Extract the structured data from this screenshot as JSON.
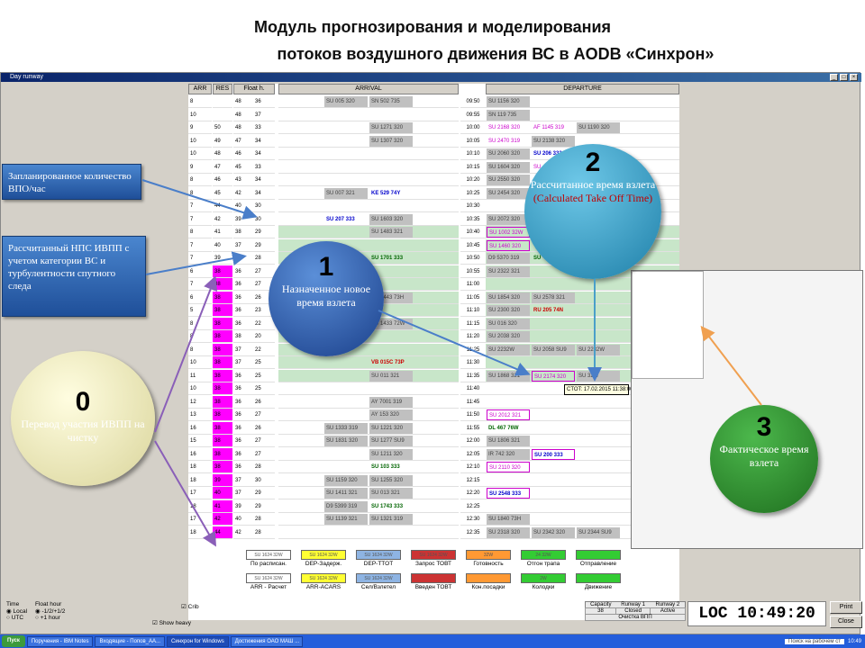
{
  "slide": {
    "title_line1": "Модуль прогнозирования и моделирования",
    "title_line2": "потоков воздушного движения ВС в AODB «Синхрон»"
  },
  "window": {
    "title": "Day runway",
    "controls": [
      "_",
      "□",
      "×"
    ]
  },
  "columns": {
    "arr": "ARR",
    "res": "RES",
    "float": "Float h.",
    "arrival": "ARRIVAL",
    "departure": "DEPARTURE"
  },
  "rows": [
    {
      "arr": "8",
      "res": "",
      "f1": "48",
      "f2": "36",
      "time": "09:50"
    },
    {
      "arr": "10",
      "res": "",
      "f1": "48",
      "f2": "37",
      "time": "09:55"
    },
    {
      "arr": "9",
      "res": "50",
      "f1": "48",
      "f2": "33",
      "time": "10:00"
    },
    {
      "arr": "10",
      "res": "49",
      "f1": "47",
      "f2": "34",
      "time": "10:05"
    },
    {
      "arr": "10",
      "res": "48",
      "f1": "46",
      "f2": "34",
      "time": "10:10"
    },
    {
      "arr": "9",
      "res": "47",
      "f1": "45",
      "f2": "33",
      "time": "10:15"
    },
    {
      "arr": "8",
      "res": "46",
      "f1": "43",
      "f2": "34",
      "time": "10:20"
    },
    {
      "arr": "8",
      "res": "45",
      "f1": "42",
      "f2": "34",
      "time": "10:25"
    },
    {
      "arr": "7",
      "res": "44",
      "f1": "40",
      "f2": "30",
      "time": "10:30"
    },
    {
      "arr": "7",
      "res": "42",
      "f1": "39",
      "f2": "30",
      "time": "10:35"
    },
    {
      "arr": "8",
      "res": "41",
      "f1": "38",
      "f2": "29",
      "time": "10:40"
    },
    {
      "arr": "7",
      "res": "40",
      "f1": "37",
      "f2": "29",
      "time": "10:45"
    },
    {
      "arr": "7",
      "res": "39",
      "f1": "37",
      "f2": "28",
      "time": "10:50"
    },
    {
      "arr": "6",
      "res": "38",
      "f1": "36",
      "f2": "27",
      "time": "10:55"
    },
    {
      "arr": "7",
      "res": "38",
      "f1": "36",
      "f2": "27",
      "time": "11:00"
    },
    {
      "arr": "6",
      "res": "38",
      "f1": "36",
      "f2": "26",
      "time": "11:05"
    },
    {
      "arr": "5",
      "res": "38",
      "f1": "36",
      "f2": "23",
      "time": "11:10"
    },
    {
      "arr": "8",
      "res": "38",
      "f1": "36",
      "f2": "22",
      "time": "11:15"
    },
    {
      "arr": "8",
      "res": "38",
      "f1": "38",
      "f2": "20",
      "time": "11:20"
    },
    {
      "arr": "8",
      "res": "38",
      "f1": "37",
      "f2": "22",
      "time": "11:25"
    },
    {
      "arr": "10",
      "res": "38",
      "f1": "37",
      "f2": "25",
      "time": "11:30"
    },
    {
      "arr": "11",
      "res": "38",
      "f1": "36",
      "f2": "25",
      "time": "11:35"
    },
    {
      "arr": "10",
      "res": "38",
      "f1": "36",
      "f2": "25",
      "time": "11:40"
    },
    {
      "arr": "12",
      "res": "38",
      "f1": "36",
      "f2": "26",
      "time": "11:45"
    },
    {
      "arr": "13",
      "res": "38",
      "f1": "36",
      "f2": "27",
      "time": "11:50"
    },
    {
      "arr": "16",
      "res": "38",
      "f1": "36",
      "f2": "26",
      "time": "11:55"
    },
    {
      "arr": "15",
      "res": "38",
      "f1": "36",
      "f2": "27",
      "time": "12:00"
    },
    {
      "arr": "16",
      "res": "38",
      "f1": "36",
      "f2": "27",
      "time": "12:05"
    },
    {
      "arr": "18",
      "res": "38",
      "f1": "36",
      "f2": "28",
      "time": "12:10"
    },
    {
      "arr": "18",
      "res": "39",
      "f1": "37",
      "f2": "30",
      "time": "12:15"
    },
    {
      "arr": "17",
      "res": "40",
      "f1": "37",
      "f2": "29",
      "time": "12:20"
    },
    {
      "arr": "18",
      "res": "41",
      "f1": "39",
      "f2": "29",
      "time": "12:25"
    },
    {
      "arr": "17",
      "res": "42",
      "f1": "40",
      "f2": "28",
      "time": "12:30"
    },
    {
      "arr": "18",
      "res": "44",
      "f1": "42",
      "f2": "28",
      "time": "12:35"
    }
  ],
  "arrival_flights": [
    {
      "row": 0,
      "col": 1,
      "text": "SU 005 320",
      "style": "gray"
    },
    {
      "row": 0,
      "col": 2,
      "text": "SN 502 735",
      "style": "gray"
    },
    {
      "row": 2,
      "col": 2,
      "text": "SU 1271 320",
      "style": "gray"
    },
    {
      "row": 3,
      "col": 2,
      "text": "SU 1307 320",
      "style": "gray"
    },
    {
      "row": 7,
      "col": 1,
      "text": "SU 007 321",
      "style": "gray"
    },
    {
      "row": 7,
      "col": 2,
      "text": "KE 529 74Y",
      "style": "blue"
    },
    {
      "row": 9,
      "col": 1,
      "text": "SU 207 333",
      "style": "blue"
    },
    {
      "row": 9,
      "col": 2,
      "text": "SU 1603 320",
      "style": "gray"
    },
    {
      "row": 10,
      "col": 2,
      "text": "SU 1483 321",
      "style": "gray"
    },
    {
      "row": 12,
      "col": 2,
      "text": "SU 1701 333",
      "style": "green"
    },
    {
      "row": 15,
      "col": 2,
      "text": "SU 1443 73H",
      "style": "gray"
    },
    {
      "row": 17,
      "col": 2,
      "text": "SU 1433 72W",
      "style": "gray"
    },
    {
      "row": 20,
      "col": 2,
      "text": "VB 015C 73P",
      "style": "red"
    },
    {
      "row": 21,
      "col": 2,
      "text": "SU 011 321",
      "style": "gray"
    },
    {
      "row": 23,
      "col": 2,
      "text": "AY 7001 319",
      "style": "gray"
    },
    {
      "row": 24,
      "col": 2,
      "text": "AY 153 320",
      "style": "gray"
    },
    {
      "row": 25,
      "col": 1,
      "text": "SU 1333 319",
      "style": "gray"
    },
    {
      "row": 25,
      "col": 2,
      "text": "SU 1221 320",
      "style": "gray"
    },
    {
      "row": 26,
      "col": 1,
      "text": "SU 1831 320",
      "style": "gray"
    },
    {
      "row": 26,
      "col": 2,
      "text": "SU 1277 SU9",
      "style": "gray"
    },
    {
      "row": 27,
      "col": 2,
      "text": "SU 1211 320",
      "style": "gray"
    },
    {
      "row": 28,
      "col": 2,
      "text": "SU 103 333",
      "style": "green"
    },
    {
      "row": 29,
      "col": 1,
      "text": "SU 1159 320",
      "style": "gray"
    },
    {
      "row": 29,
      "col": 2,
      "text": "SU 1255 320",
      "style": "gray"
    },
    {
      "row": 30,
      "col": 1,
      "text": "SU 1411 321",
      "style": "gray"
    },
    {
      "row": 30,
      "col": 2,
      "text": "SU 013 321",
      "style": "gray"
    },
    {
      "row": 31,
      "col": 1,
      "text": "D9 5399 319",
      "style": "gray"
    },
    {
      "row": 31,
      "col": 2,
      "text": "SU 1743 333",
      "style": "green"
    },
    {
      "row": 32,
      "col": 1,
      "text": "SU 1139 321",
      "style": "gray"
    },
    {
      "row": 32,
      "col": 2,
      "text": "SU 1321 319",
      "style": "gray"
    }
  ],
  "departure_flights": [
    {
      "row": 0,
      "col": 0,
      "text": "SU 1156 320",
      "style": "gray"
    },
    {
      "row": 1,
      "col": 0,
      "text": "SN 119 735",
      "style": "gray"
    },
    {
      "row": 2,
      "col": 0,
      "text": "SU 2168 320",
      "style": "mag"
    },
    {
      "row": 2,
      "col": 1,
      "text": "AF 1145 319",
      "style": "mag"
    },
    {
      "row": 2,
      "col": 2,
      "text": "SU 1190 320",
      "style": "gray"
    },
    {
      "row": 3,
      "col": 0,
      "text": "SU 2470 319",
      "style": "mag"
    },
    {
      "row": 3,
      "col": 1,
      "text": "SU 2138 320",
      "style": "gray"
    },
    {
      "row": 4,
      "col": 0,
      "text": "SU 2060 320",
      "style": "gray"
    },
    {
      "row": 4,
      "col": 1,
      "text": "SU 206 333",
      "style": "blue"
    },
    {
      "row": 5,
      "col": 0,
      "text": "SU 1604 320",
      "style": "gray"
    },
    {
      "row": 5,
      "col": 1,
      "text": "SU",
      "style": "mag"
    },
    {
      "row": 6,
      "col": 0,
      "text": "SU 2550 320",
      "style": "gray"
    },
    {
      "row": 7,
      "col": 0,
      "text": "SU 2454 320",
      "style": "gray"
    },
    {
      "row": 9,
      "col": 0,
      "text": "SU 2072 320",
      "style": "gray"
    },
    {
      "row": 10,
      "col": 0,
      "text": "SU 1002 32W",
      "style": "box"
    },
    {
      "row": 11,
      "col": 0,
      "text": "SU 1460 320",
      "style": "box"
    },
    {
      "row": 12,
      "col": 0,
      "text": "D9 5370 319",
      "style": "gray"
    },
    {
      "row": 12,
      "col": 1,
      "text": "SU",
      "style": "green"
    },
    {
      "row": 13,
      "col": 0,
      "text": "SU 2322 321",
      "style": "gray"
    },
    {
      "row": 15,
      "col": 0,
      "text": "SU 1854 320",
      "style": "gray"
    },
    {
      "row": 15,
      "col": 1,
      "text": "SU 2578 321",
      "style": "gray"
    },
    {
      "row": 16,
      "col": 0,
      "text": "SU 2300 320",
      "style": "gray"
    },
    {
      "row": 16,
      "col": 1,
      "text": "RU 205 74N",
      "style": "red"
    },
    {
      "row": 17,
      "col": 0,
      "text": "SU 016 320",
      "style": "gray"
    },
    {
      "row": 18,
      "col": 0,
      "text": "SU 2038 320",
      "style": "gray"
    },
    {
      "row": 19,
      "col": 0,
      "text": "SU 2232W",
      "style": "gray"
    },
    {
      "row": 19,
      "col": 1,
      "text": "SU 2058 SU9",
      "style": "gray"
    },
    {
      "row": 19,
      "col": 2,
      "text": "SU 2232W",
      "style": "gray"
    },
    {
      "row": 21,
      "col": 0,
      "text": "SU 1868 321",
      "style": "gray"
    },
    {
      "row": 21,
      "col": 1,
      "text": "SU 2174 320",
      "style": "box"
    },
    {
      "row": 21,
      "col": 2,
      "text": "SU 32W",
      "style": "gray"
    },
    {
      "row": 24,
      "col": 0,
      "text": "SU 2012 321",
      "style": "box"
    },
    {
      "row": 25,
      "col": 0,
      "text": "DL 467 76W",
      "style": "green"
    },
    {
      "row": 26,
      "col": 0,
      "text": "SU 1806 321",
      "style": "gray"
    },
    {
      "row": 27,
      "col": 0,
      "text": "IR 742 320",
      "style": "gray"
    },
    {
      "row": 27,
      "col": 1,
      "text": "SU 200 333",
      "style": "bluebox"
    },
    {
      "row": 28,
      "col": 0,
      "text": "SU 2110 320",
      "style": "box"
    },
    {
      "row": 30,
      "col": 0,
      "text": "SU 2548 333",
      "style": "bluebox"
    },
    {
      "row": 32,
      "col": 0,
      "text": "SU 1840 73H",
      "style": "gray"
    },
    {
      "row": 33,
      "col": 0,
      "text": "SU 2318 320",
      "style": "gray"
    },
    {
      "row": 33,
      "col": 1,
      "text": "SU 2342 320",
      "style": "gray"
    },
    {
      "row": 33,
      "col": 2,
      "text": "SU 2344 SU9",
      "style": "gray"
    }
  ],
  "tooltip": "CTOT: 17.02.2015 11:38:00",
  "legend": [
    {
      "swatch": "SU 1624 32W",
      "label": "По расписан.",
      "color": "#ffffff"
    },
    {
      "swatch": "SU 1624 32W",
      "label": "DEP-Задерж.",
      "color": "#ffff33"
    },
    {
      "swatch": "SU 1624 32W",
      "label": "DEP-TTOT",
      "color": "#8eb4e3"
    },
    {
      "swatch": "SU 1624 32W",
      "label": "Запрос ТОВТ",
      "color": "#cc3333"
    },
    {
      "swatch": "32W",
      "label": "Готовность",
      "color": "#ff9933"
    },
    {
      "swatch": "24 32W",
      "label": "Отгон трапа",
      "color": "#33cc33"
    },
    {
      "swatch": "",
      "label": "Отправление",
      "color": "#33cc33"
    },
    {
      "swatch": "SU 1624 32W",
      "label": "ARR - Расчет",
      "color": "#ffffff"
    },
    {
      "swatch": "SU 1624 32W",
      "label": "ARR-ACARS",
      "color": "#ffff33"
    },
    {
      "swatch": "SU 1624 32W",
      "label": "Сел/Взлетел",
      "color": "#8eb4e3"
    },
    {
      "swatch": "",
      "label": "Введен ТОВТ",
      "color": "#cc3333"
    },
    {
      "swatch": "",
      "label": "Кон.посадки",
      "color": "#ff9933"
    },
    {
      "swatch": "2W",
      "label": "Колодки",
      "color": "#33cc33"
    },
    {
      "swatch": "",
      "label": "Движение",
      "color": "#33cc33"
    }
  ],
  "bottom": {
    "time_label": "Time",
    "time_local": "Local",
    "time_utc": "UTC",
    "float_label": "Float hour",
    "float_opt1": "-1/2/+1/2",
    "float_opt2": "+1 hour",
    "crib": "Crib",
    "show_heavy": "Show heavy",
    "capacity_label": "Capacity",
    "runway1_label": "Runway 1",
    "runway2_label": "Runway 2",
    "capacity_val": "38",
    "runway1_val": "Closed",
    "runway2_val": "Active",
    "clean_label": "Очистка ВПП",
    "clock": "LOC 10:49:20",
    "print_btn": "Print",
    "close_btn": "Close"
  },
  "taskbar": {
    "start": "Пуск",
    "tasks": [
      "Поручения - IBM Notes",
      "Входящие - Попов_АА...",
      "Синхрон for Windows",
      "Достижения ОАО МАШ ..."
    ],
    "search": "Поиск на рабочем ст",
    "time": "10:49"
  },
  "callouts": {
    "c_planned": "Запланированное количество ВПО/час",
    "c_calc": "Рассчитанный НПС ИВПП с учетом категории ВС и турбулентности спутного следа",
    "b0_num": "0",
    "b0_txt": "Перевод участия ИВПП на чистку",
    "b1_num": "1",
    "b1_txt": "Назначенное новое время взлета",
    "b2_num": "2",
    "b2_txt1": "Рассчитанное время взлета",
    "b2_txt2": "(Calculated Take Off Time)",
    "b3_num": "3",
    "b3_txt": "Фактическое время взлета"
  },
  "colors": {
    "accent_blue": "#1f4f99",
    "bubble_green": "#2f8f2f",
    "bubble_teal": "#3aa0c9",
    "bubble_cream": "#f2efc0",
    "magenta": "#ff00ff",
    "row_green": "#c8e6c9"
  }
}
